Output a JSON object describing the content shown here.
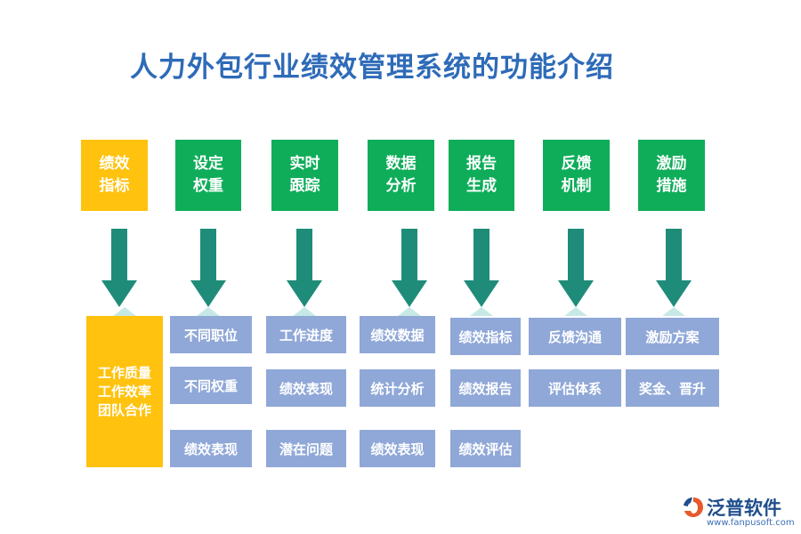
{
  "title": "人力外包行业绩效管理系统的功能介绍",
  "colors": {
    "title": "#2e6bb8",
    "header_yellow": "#ffc20e",
    "header_green": "#0fad5a",
    "arrow": "#1f8c7a",
    "sub_box": "#90a8d8",
    "sub_yellow": "#ffc20e"
  },
  "headers": [
    {
      "line1": "绩效",
      "line2": "指标"
    },
    {
      "line1": "设定",
      "line2": "权重"
    },
    {
      "line1": "实时",
      "line2": "跟踪"
    },
    {
      "line1": "数据",
      "line2": "分析"
    },
    {
      "line1": "报告",
      "line2": "生成"
    },
    {
      "line1": "反馈",
      "line2": "机制"
    },
    {
      "line1": "激励",
      "line2": "措施"
    }
  ],
  "column0": {
    "lines": [
      "工作质量",
      "工作效率",
      "团队合作"
    ]
  },
  "column1": {
    "items": [
      "不同职位",
      "不同权重",
      "绩效表现"
    ]
  },
  "column2": {
    "items": [
      "工作进度",
      "绩效表现",
      "潜在问题"
    ]
  },
  "column3": {
    "items": [
      "绩效数据",
      "统计分析",
      "绩效表现"
    ]
  },
  "column4": {
    "items": [
      "绩效指标",
      "绩效报告",
      "绩效评估"
    ]
  },
  "column5": {
    "items": [
      "反馈沟通",
      "评估体系"
    ]
  },
  "column6": {
    "items": [
      "激励方案",
      "奖金、晋升"
    ]
  },
  "logo": {
    "name": "泛普软件",
    "url": "www.fanpusoft.com",
    "icon": "fanpu-logo-icon"
  }
}
